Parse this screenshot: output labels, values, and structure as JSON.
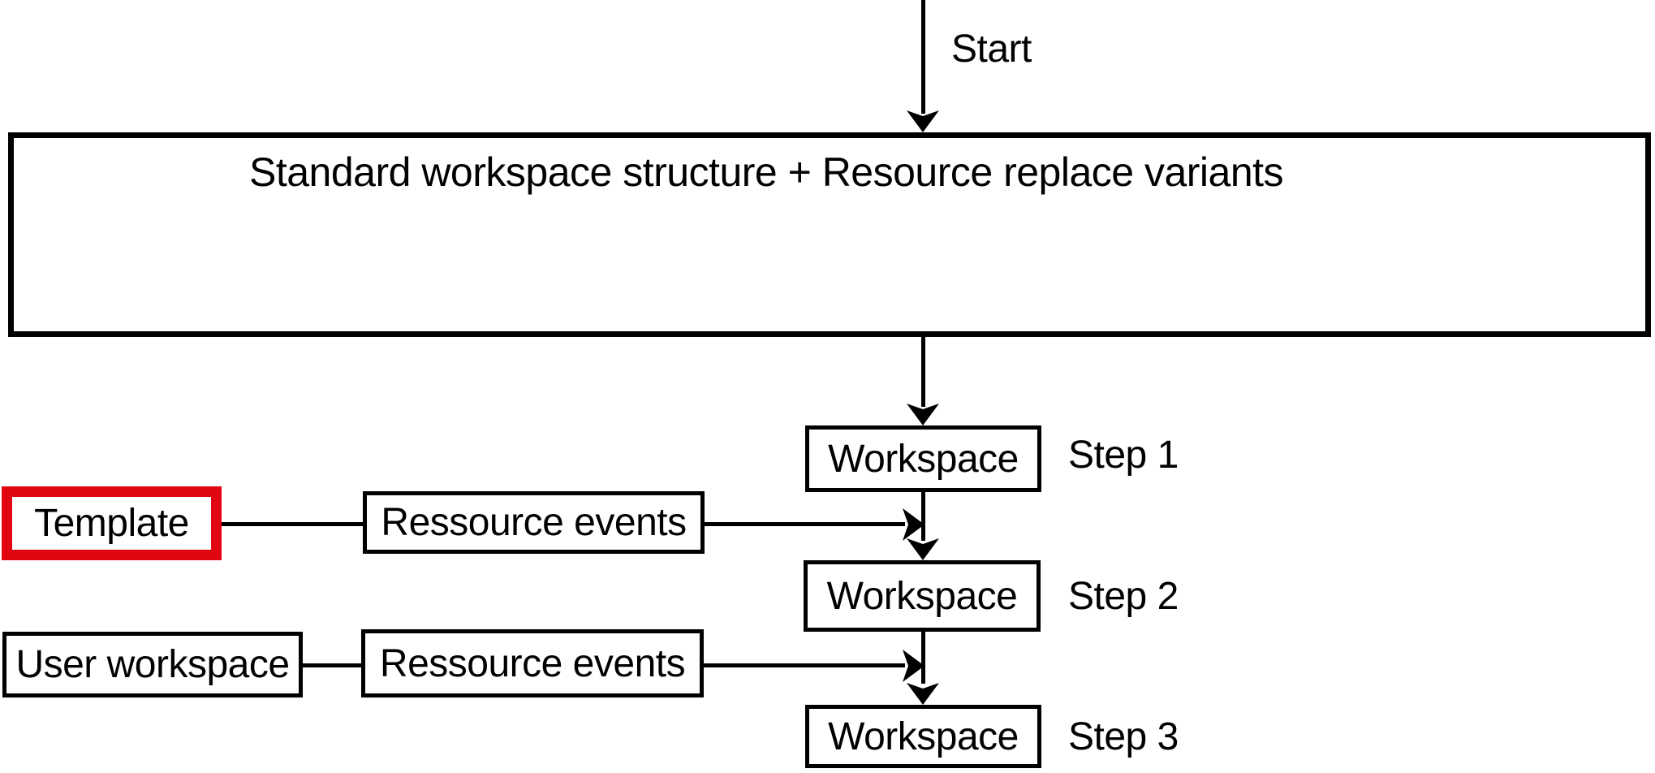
{
  "diagram": {
    "start_label": "Start",
    "main_box": {
      "label": "Standard workspace structure + Resource replace variants"
    },
    "steps": [
      {
        "box_label": "Workspace",
        "step_label": "Step 1"
      },
      {
        "box_label": "Workspace",
        "step_label": "Step 2"
      },
      {
        "box_label": "Workspace",
        "step_label": "Step 3"
      }
    ],
    "inputs": [
      {
        "source_label": "Template",
        "event_label": "Ressource events",
        "highlighted": true
      },
      {
        "source_label": "User workspace",
        "event_label": "Ressource events",
        "highlighted": false
      }
    ],
    "colors": {
      "highlight_border": "#e20613",
      "line": "#000000",
      "background": "#ffffff"
    }
  }
}
